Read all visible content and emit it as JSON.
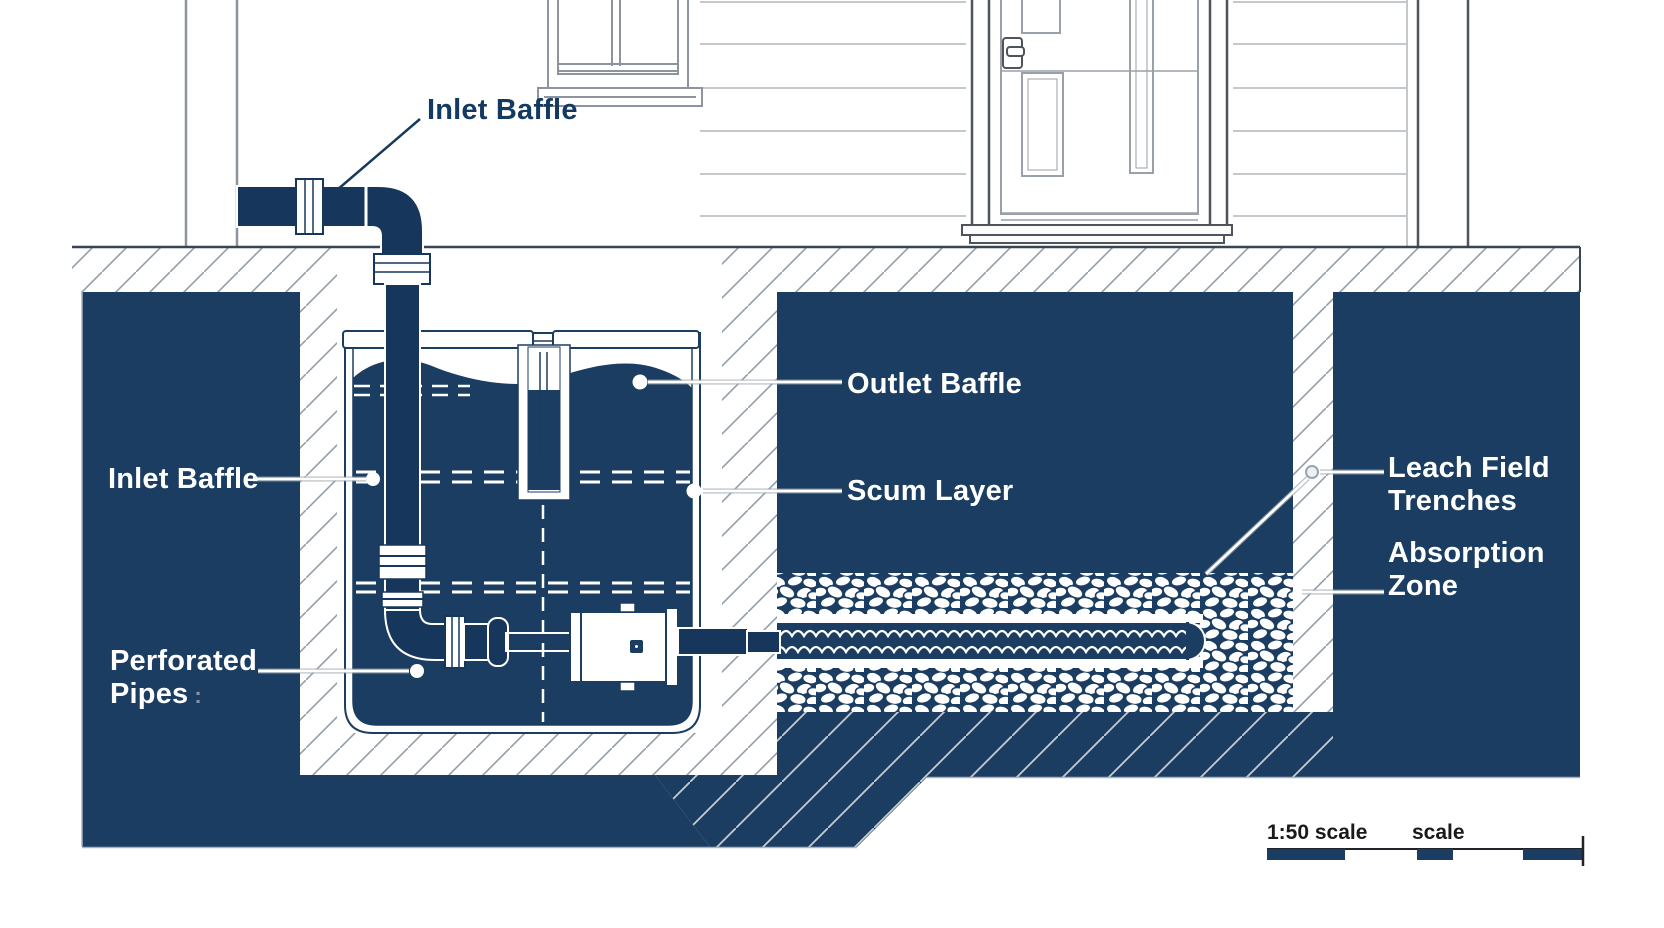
{
  "diagram_type": "septic-system-cross-section",
  "callouts": {
    "inlet_pipe": {
      "text": "Inlet Baffle"
    },
    "inlet_baffle": {
      "text": "Inlet Baffle"
    },
    "outlet_baffle": {
      "text": "Outlet Baffle"
    },
    "scum_layer": {
      "text": "Scum Layer"
    },
    "perforated_pipes": {
      "line1": "Perforated",
      "line2": "Pipes",
      "mark": ":"
    },
    "leach_field": {
      "line1": "Leach Field",
      "line2": "Trenches"
    },
    "absorption_zone": {
      "line1": "Absorption",
      "line2": "Zone"
    }
  },
  "scale_bar": {
    "left_label": "1:50 scale",
    "right_label": "scale"
  },
  "colors": {
    "soil_navy": "#1b3d61",
    "pipe_navy": "#16375b",
    "label_white": "#ffffff",
    "label_navy": "#133a60",
    "scale_text": "#1a1a1a",
    "hatch_gray": "#949ea9",
    "hatch_on_navy": "#c3cdd6",
    "house_line": "#8d949e",
    "door_line": "#4d545c",
    "siding_line": "#c3c8cd"
  }
}
